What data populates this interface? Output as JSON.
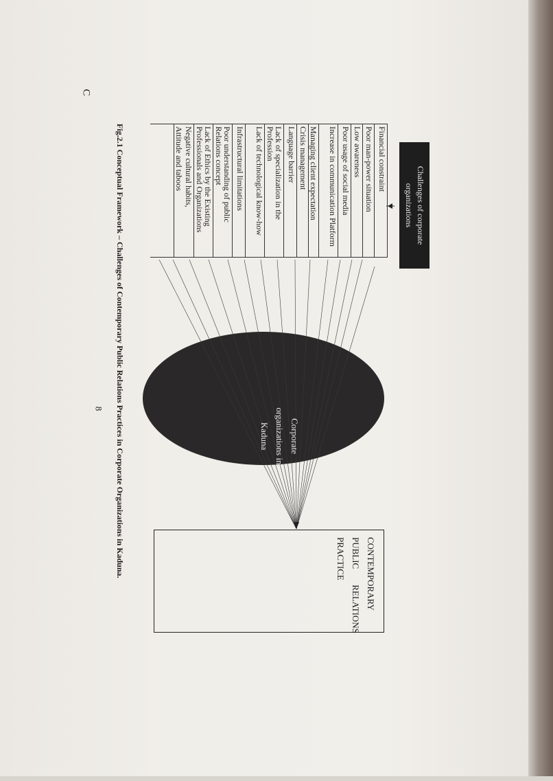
{
  "corner_mark": "C",
  "diagram": {
    "title": "Challenges of corporate organizations",
    "challenges": [
      "Financial constraint",
      "Poor man-power situation",
      "Low awareness",
      "Poor usage of social media",
      "Increase in communication Platform",
      "Managing client expectation",
      "Crisis management",
      "Language barrier",
      "Lack of specialization in the Profession",
      "Lack of technological know-how",
      "Infrastructural limitations",
      "Poor understanding of public Relations concept",
      "Lack of Ethics by the Existing Professionals and Organizations",
      "Negative cultural habits,",
      "Attitude and taboos"
    ],
    "center_lines": [
      "Corporate",
      "organizations in",
      "Kaduna"
    ],
    "result_lines": [
      "CONTEMPORARY",
      "PUBLIC",
      "RELATIONS",
      "PRACTICE"
    ]
  },
  "caption": "Fig.2.1 Conceptual Framework – Challenges of Contemporary Public Relations Practices in Corporate Organizations in Kaduna.",
  "page_number": "8"
}
